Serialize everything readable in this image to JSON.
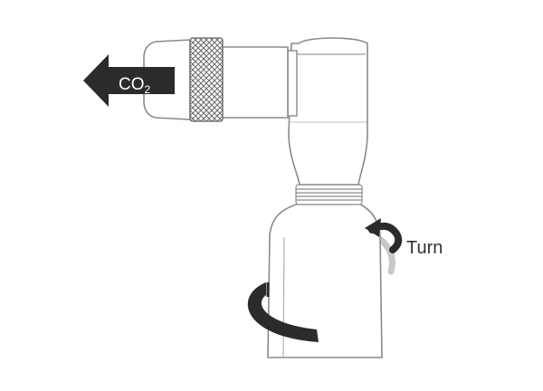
{
  "labels": {
    "co2_main": "CO",
    "co2_sub": "2",
    "turn": "Turn"
  },
  "colors": {
    "background": "#ffffff",
    "outline": "#8a8a8a",
    "arrow": "#2b2b2b",
    "arrow_text": "#ffffff",
    "label_text": "#333333"
  },
  "icons": {
    "gas_direction": "co2-flow-arrow-icon",
    "rotation": "turn-arrow-icon",
    "knurled_nut": "knurled-nut-icon"
  }
}
